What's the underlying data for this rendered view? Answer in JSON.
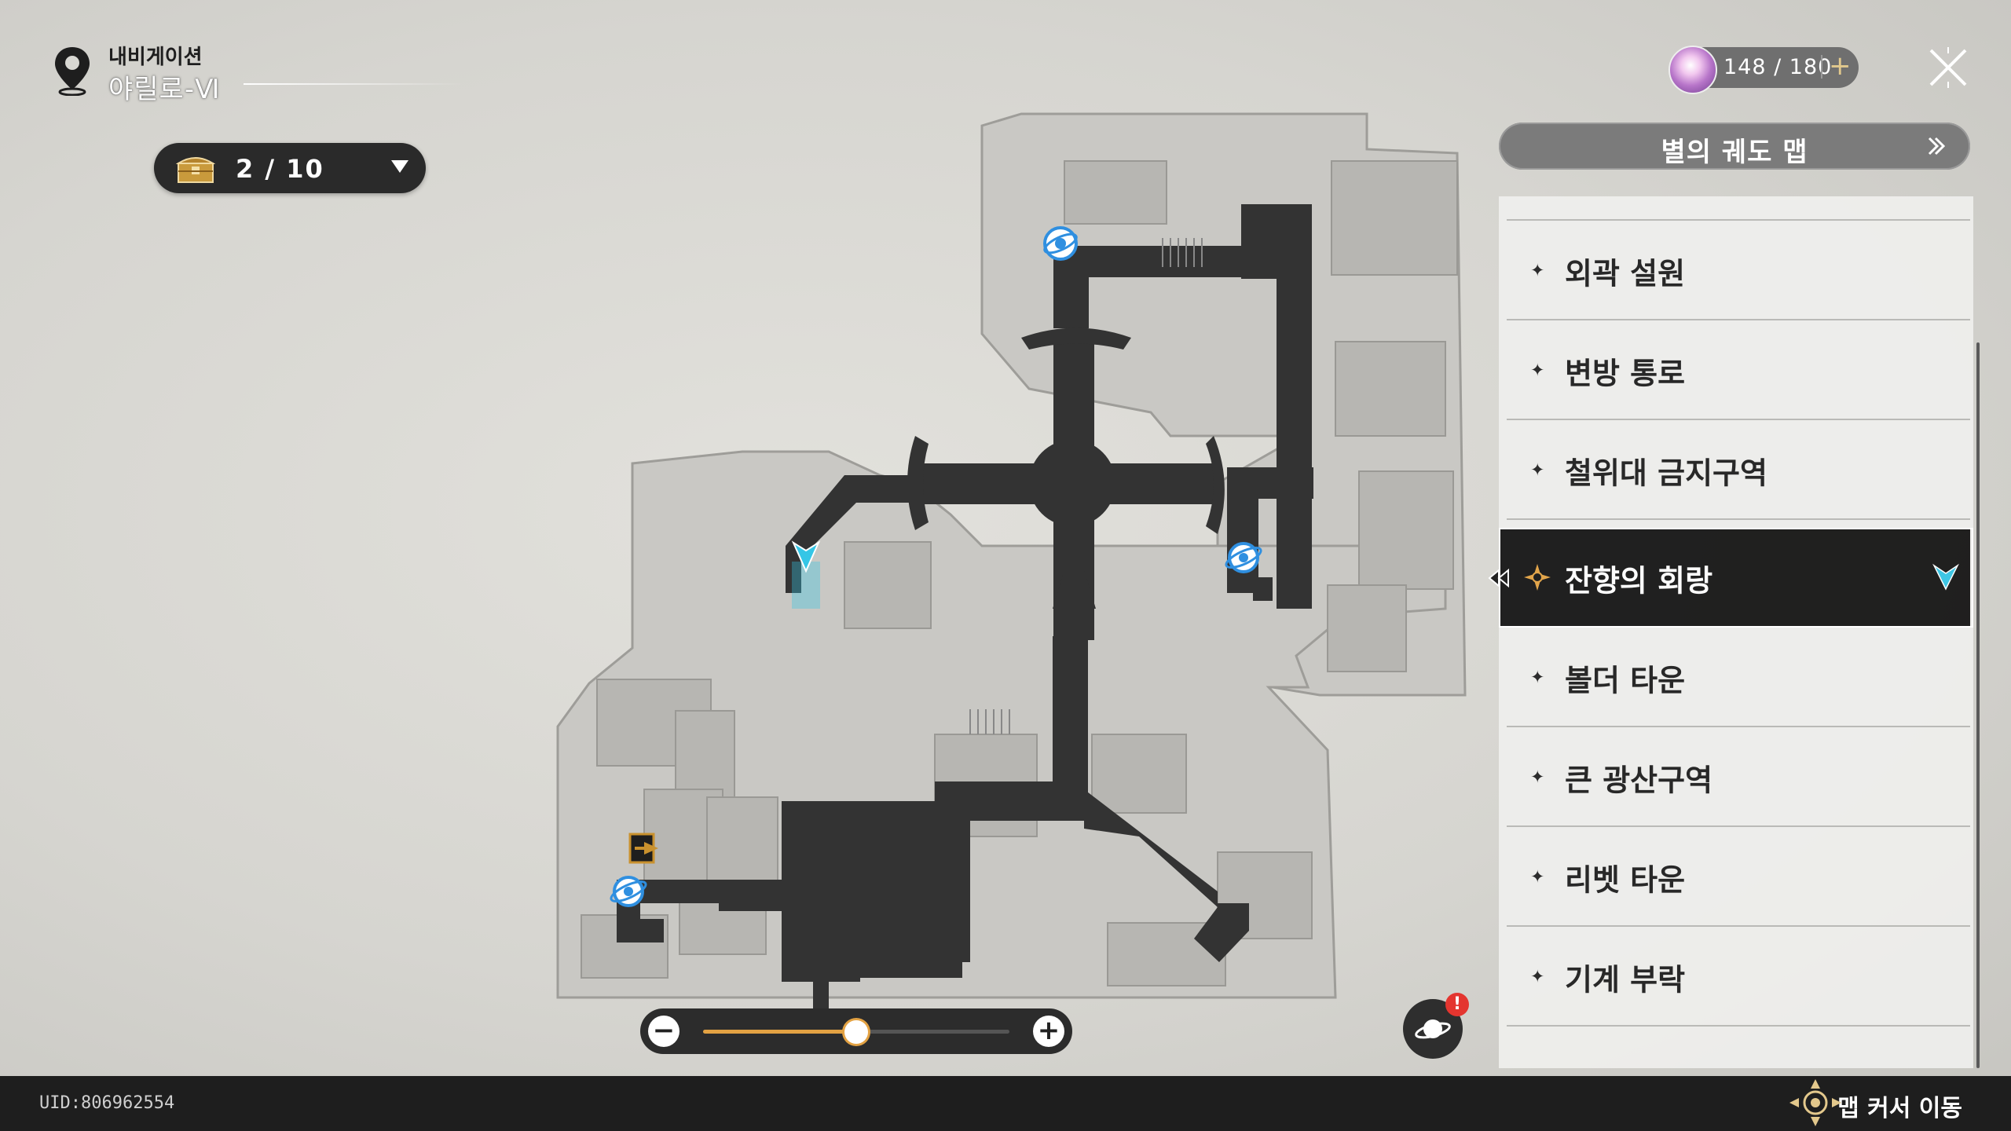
{
  "navigation": {
    "label": "내비게이션",
    "title": "야릴로-Ⅵ"
  },
  "chest": {
    "count_text": "2 / 10"
  },
  "stamina": {
    "value_text": "148 / 180",
    "plus_label": "+"
  },
  "panel": {
    "header_label": "별의 궤도 맵",
    "areas": [
      {
        "label": "외곽 설원",
        "active": false
      },
      {
        "label": "변방 통로",
        "active": false
      },
      {
        "label": "철위대 금지구역",
        "active": false
      },
      {
        "label": "잔향의 회랑",
        "active": true
      },
      {
        "label": "볼더 타운",
        "active": false
      },
      {
        "label": "큰 광산구역",
        "active": false
      },
      {
        "label": "리벳 타운",
        "active": false
      },
      {
        "label": "기계 부락",
        "active": false
      }
    ],
    "star_glyph": "✦",
    "active_star_glyph": "✸"
  },
  "zoom": {
    "minus_label": "−",
    "plus_label": "+",
    "level": 0.5
  },
  "planet_button": {
    "badge": "!"
  },
  "footer": {
    "uid": "UID:806962554",
    "cursor_hint": "맵 커서 이동"
  },
  "colors": {
    "accent_orange": "#e3a243",
    "active_cyan": "#35c6e6",
    "teleport_blue": "#2f8fe0",
    "exit_gold": "#c9912e",
    "badge_red": "#e4352f"
  },
  "map_markers": [
    {
      "name": "space-anchor-icon",
      "kind": "teleport"
    },
    {
      "name": "space-anchor-icon",
      "kind": "teleport"
    },
    {
      "name": "space-anchor-icon",
      "kind": "teleport"
    },
    {
      "name": "player-arrow-icon",
      "kind": "player"
    },
    {
      "name": "exit-door-icon",
      "kind": "exit"
    }
  ]
}
